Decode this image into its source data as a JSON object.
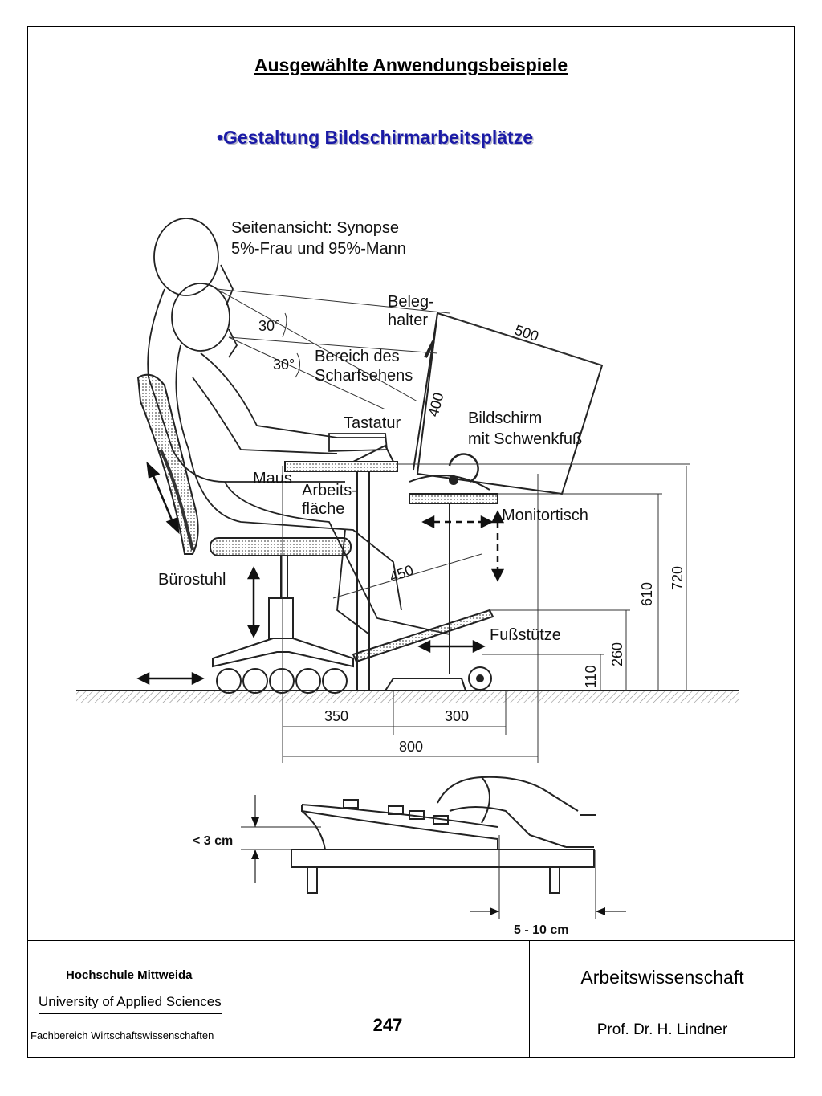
{
  "header": {
    "title": "Ausgewählte Anwendungsbeispiele",
    "subtitle": "•Gestaltung Bildschirmarbeitsplätze"
  },
  "figure": {
    "caption_line1": "Seitenansicht: Synopse",
    "caption_line2": "5%-Frau und 95%-Mann",
    "angle_upper": "30°",
    "angle_lower": "30°",
    "label_beleg_1": "Beleg-",
    "label_beleg_2": "halter",
    "label_bereich_1": "Bereich des",
    "label_bereich_2": "Scharfsehens",
    "label_tastatur": "Tastatur",
    "label_bildschirm_1": "Bildschirm",
    "label_bildschirm_2": "mit Schwenkfuß",
    "label_maus": "Maus",
    "label_arbeits_1": "Arbeits-",
    "label_arbeits_2": "fläche",
    "label_monitortisch": "Monitortisch",
    "label_buerostuhl": "Bürostuhl",
    "label_fussstuetze": "Fußstütze",
    "dim_500": "500",
    "dim_400": "400",
    "dim_450": "450",
    "dim_720": "720",
    "dim_610": "610",
    "dim_260": "260",
    "dim_110": "110",
    "dim_350": "350",
    "dim_300": "300",
    "dim_800": "800"
  },
  "keyboard_figure": {
    "height_label": "< 3 cm",
    "depth_label": "5 - 10 cm"
  },
  "footer": {
    "school_name": "Hochschule Mittweida",
    "school_en": "University of Applied Sciences",
    "department": "Fachbereich Wirtschaftswissenschaften",
    "page_number": "247",
    "course": "Arbeitswissenschaft",
    "professor": "Prof. Dr. H. Lindner"
  }
}
